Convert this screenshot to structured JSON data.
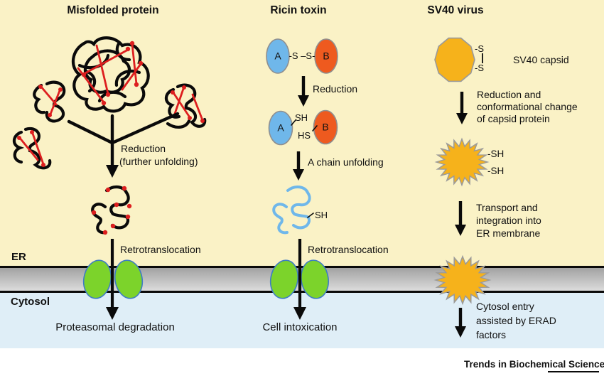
{
  "journal": {
    "name": "Trends in Biochemical Sciences"
  },
  "regions": {
    "er": "ER",
    "cytosol": "Cytosol"
  },
  "col1": {
    "title": "Misfolded protein",
    "reduction_l1": "Reduction",
    "reduction_l2": "(further unfolding)",
    "retro": "Retrotranslocation",
    "outcome": "Proteasomal degradation"
  },
  "col2": {
    "title": "Ricin toxin",
    "chain_a": "A",
    "chain_b": "B",
    "ss_bond": "-S –S-",
    "reduction": "Reduction",
    "sh": "SH",
    "hs": "HS",
    "unfolding": "A chain unfolding",
    "sh_free": "SH",
    "retro": "Retrotranslocation",
    "outcome": "Cell intoxication"
  },
  "col3": {
    "title": "SV40 virus",
    "capsid": "SV40 capsid",
    "s_top": "-S",
    "s_bottom": "-S",
    "step1_l1": "Reduction and",
    "step1_l2": "conformational change",
    "step1_l3": "of capsid protein",
    "sh1": "-SH",
    "sh2": "-SH",
    "step2_l1": "Transport and",
    "step2_l2": "integration into",
    "step2_l3": "ER membrane",
    "step3_l1": "Cytosol entry",
    "step3_l2": "assisted by ERAD",
    "step3_l3": "factors"
  },
  "colors": {
    "er_lumen_bg": "#faf2c6",
    "cytosol_bg": "#dfeef7",
    "membrane_gray_top": "#a2a2a2",
    "membrane_gray_bottom": "#dcdcdc",
    "channel_green": "#7cd32b",
    "channel_outline_blue": "#3e7cc4",
    "chain_a_blue": "#6fb7ea",
    "chain_b_orange": "#ee5a1f",
    "capsid_orange": "#f6b21b",
    "disulfide_red": "#dd1f1f",
    "line_black": "#0a0a0a"
  }
}
